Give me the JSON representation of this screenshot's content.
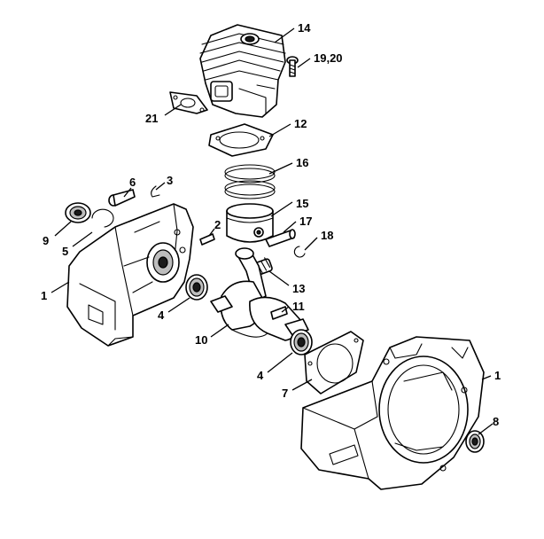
{
  "callouts": {
    "c14": "14",
    "c19_20": "19,20",
    "c21": "21",
    "c12": "12",
    "c16": "16",
    "c6": "6",
    "c3": "3",
    "c15": "15",
    "c9": "9",
    "c2": "2",
    "c17": "17",
    "c18": "18",
    "c5": "5",
    "c1_left": "1",
    "c13": "13",
    "c4_upper": "4",
    "c11": "11",
    "c10": "10",
    "c4_lower": "4",
    "c7": "7",
    "c1_right": "1",
    "c8": "8"
  }
}
